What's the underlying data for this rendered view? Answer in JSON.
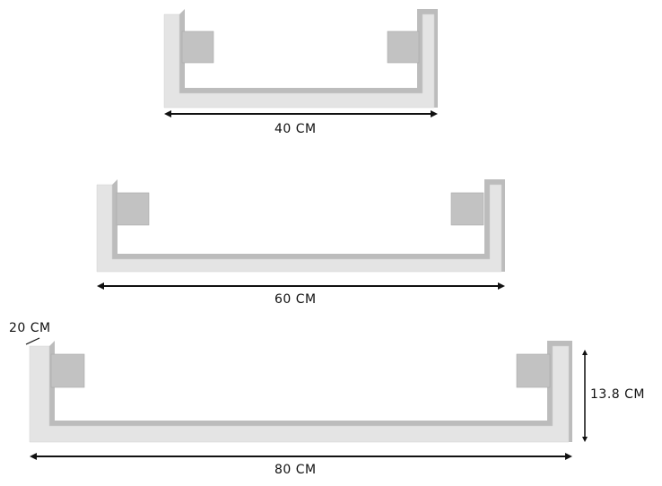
{
  "shelves": [
    {
      "name": "small-shelf",
      "width_label": "40 CM"
    },
    {
      "name": "medium-shelf",
      "width_label": "60 CM"
    },
    {
      "name": "large-shelf",
      "width_label": "80 CM",
      "depth_label": "20 CM",
      "height_label": "13.8 CM"
    }
  ],
  "colors": {
    "face": "#e4e4e4",
    "inner": "#bcbcbc",
    "bracket": "#c2c2c2",
    "arrow": "#111111"
  }
}
